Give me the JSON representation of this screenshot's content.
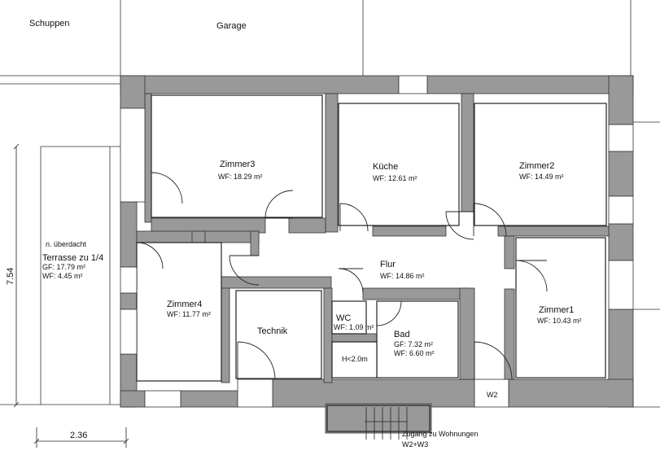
{
  "outside": {
    "schuppen": "Schuppen",
    "garage": "Garage"
  },
  "terrace": {
    "note": "n. überdacht",
    "title": "Terrasse zu 1/4",
    "gf": "GF: 17.79 m²",
    "wf": "WF: 4.45 m²"
  },
  "rooms": {
    "zimmer3": {
      "name": "Zimmer3",
      "wf": "WF: 18.29 m²"
    },
    "kueche": {
      "name": "Küche",
      "wf": "WF: 12.61 m²"
    },
    "zimmer2": {
      "name": "Zimmer2",
      "wf": "WF: 14.49 m²"
    },
    "flur": {
      "name": "Flur",
      "wf": "WF: 14.86 m²"
    },
    "zimmer4": {
      "name": "Zimmer4",
      "wf": "WF: 11.77 m²"
    },
    "technik": {
      "name": "Technik"
    },
    "wc": {
      "name": "WC",
      "wf": "WF: 1.09 m²"
    },
    "bad": {
      "name": "Bad",
      "gf": "GF: 7.32 m²",
      "wf": "WF: 6.60 m²",
      "note": "H<2.0m"
    },
    "zimmer1": {
      "name": "Zimmer1",
      "wf": "WF: 10.43 m²"
    },
    "w2": {
      "name": "W2"
    }
  },
  "entrance": {
    "line1": "Zugang zu Wohnungen",
    "line2": "W2+W3"
  },
  "dimensions": {
    "height": "7.54",
    "width": "2.36"
  }
}
